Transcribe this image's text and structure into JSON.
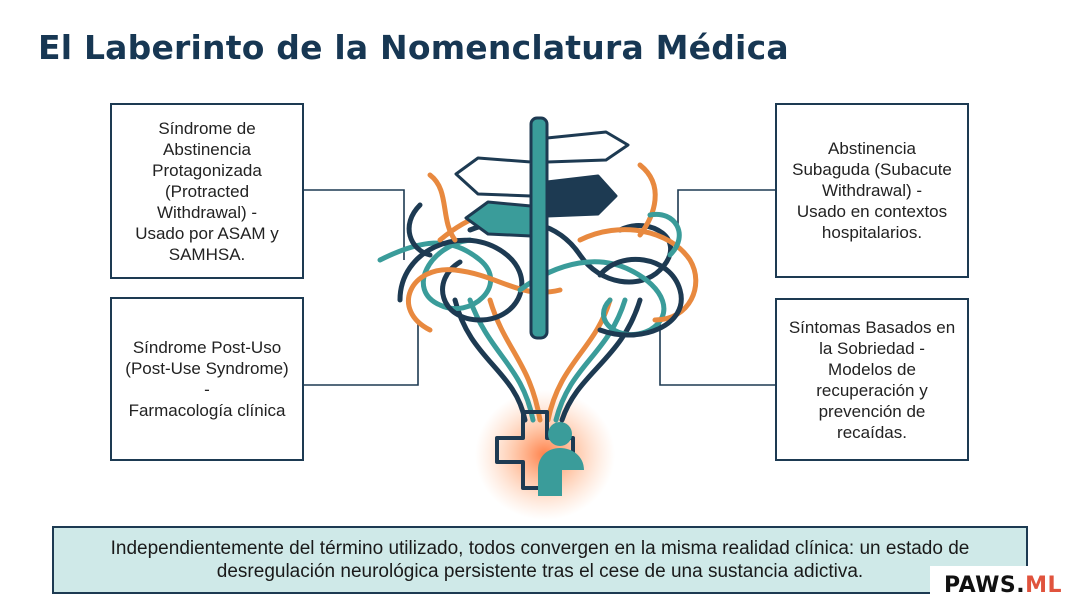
{
  "title": "El Laberinto de la Nomenclatura Médica",
  "boxes": {
    "top_left": {
      "term": "Síndrome de Abstinencia Protagonizada (Protracted Withdrawal) -",
      "usage": "Usado por ASAM y SAMHSA."
    },
    "bottom_left": {
      "term": "Síndrome Post-Uso (Post-Use Syndrome) -",
      "usage": "Farmacología clínica"
    },
    "top_right": {
      "term": "Abstinencia Subaguda (Subacute Withdrawal) -",
      "usage": "Usado en contextos hospitalarios."
    },
    "bottom_right": {
      "term": "Síntomas Basados en la Sobriedad -",
      "usage": "Modelos de recuperación y prevención de recaídas."
    }
  },
  "banner": {
    "text": "Independientemente del término utilizado, todos convergen en la misma realidad clínica: un estado de desregulación neurológica persistente tras el cese de una sustancia adictiva."
  },
  "watermark": {
    "part1": "PAWS.",
    "part2": "ML"
  },
  "colors": {
    "navy": "#1d3a52",
    "teal": "#3a9c9a",
    "orange": "#e8893f",
    "banner_bg": "#cfe9e8"
  },
  "icons": {
    "center": "signpost-tangle-icon",
    "bottom": "medical-cross-person-icon"
  }
}
